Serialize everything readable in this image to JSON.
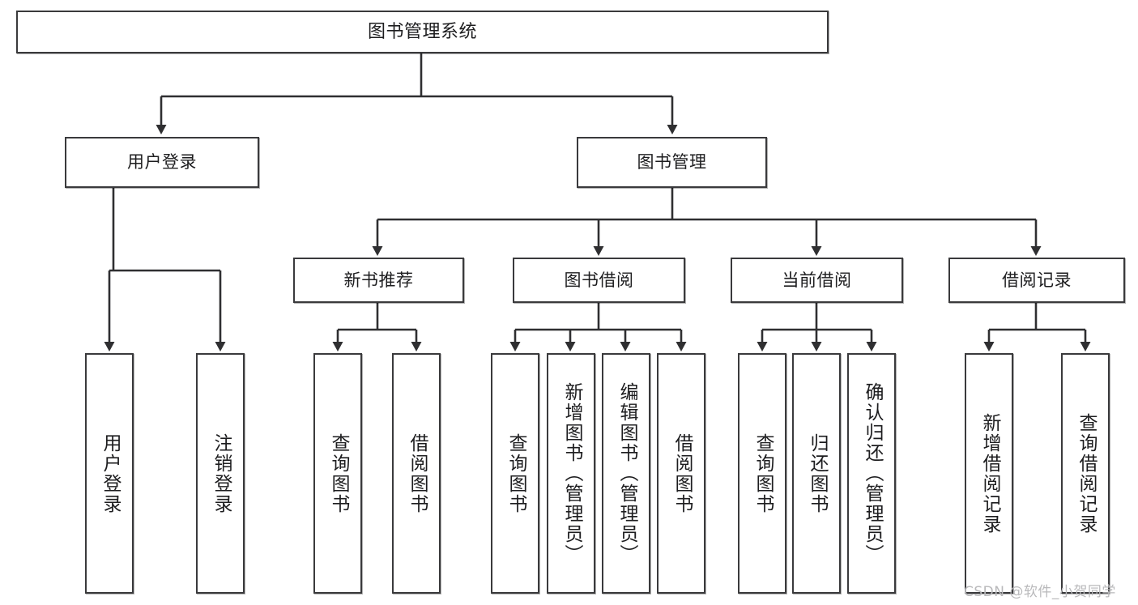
{
  "diagram": {
    "title": "图书管理系统",
    "type": "tree-hierarchy",
    "root": {
      "label": "图书管理系统"
    },
    "level2": [
      {
        "label": "用户登录"
      },
      {
        "label": "图书管理"
      }
    ],
    "level3": [
      {
        "label": "新书推荐"
      },
      {
        "label": "图书借阅"
      },
      {
        "label": "当前借阅"
      },
      {
        "label": "借阅记录"
      }
    ],
    "leaves": {
      "user_login": [
        {
          "label": "用户登录"
        },
        {
          "label": "注销登录"
        }
      ],
      "new_book_recommend": [
        {
          "label": "查询图书"
        },
        {
          "label": "借阅图书"
        }
      ],
      "book_borrow": [
        {
          "label": "查询图书"
        },
        {
          "label": "新增图书（管理员）"
        },
        {
          "label": "编辑图书（管理员）"
        },
        {
          "label": "借阅图书"
        }
      ],
      "current_borrow": [
        {
          "label": "查询图书"
        },
        {
          "label": "归还图书"
        },
        {
          "label": "确认归还（管理员）"
        }
      ],
      "borrow_record": [
        {
          "label": "新增借阅记录"
        },
        {
          "label": "查询借阅记录"
        }
      ]
    }
  },
  "watermark": {
    "text": "CSDN @软件_小贺同学"
  },
  "colors": {
    "box_border": "#3a3a3c",
    "box_fill": "#ffffff",
    "connector": "#2f2f31",
    "text": "#1d1d1f",
    "watermark": "#b9b9bb"
  }
}
